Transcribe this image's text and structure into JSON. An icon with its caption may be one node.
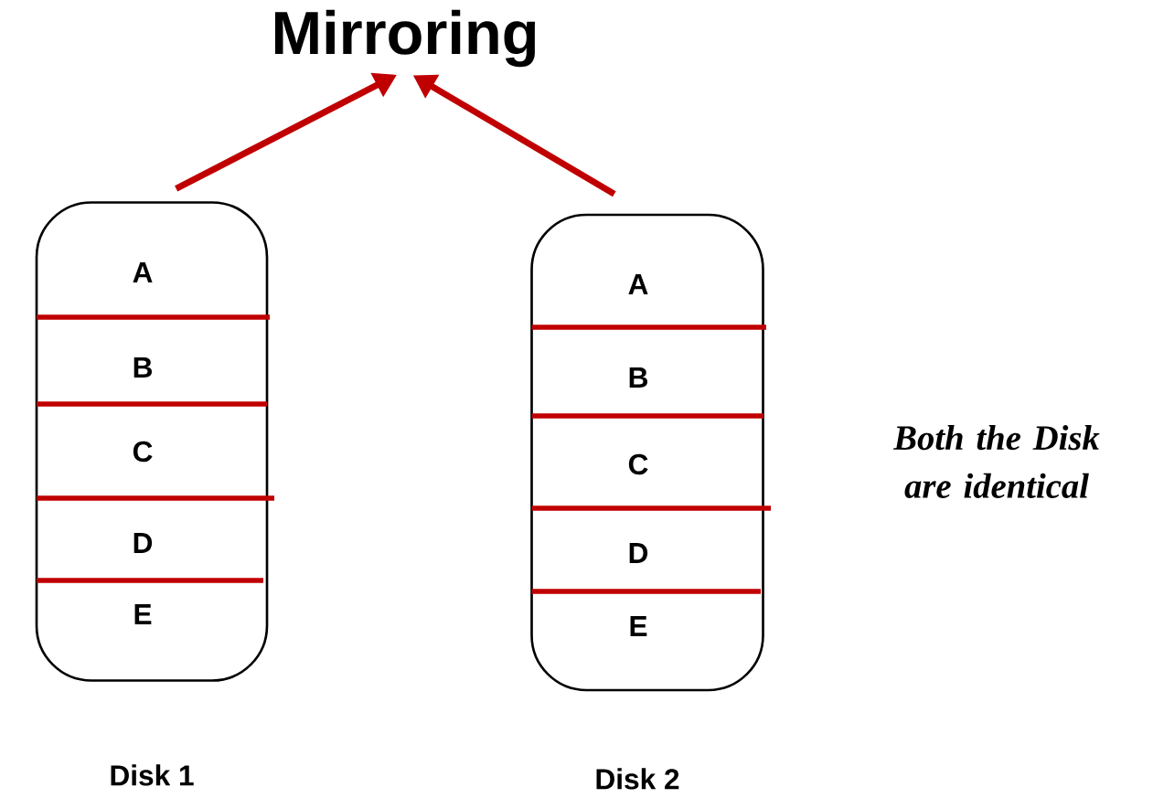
{
  "diagram": {
    "nodes": [
      {
        "text": [
          "Mirroring"
        ]
      },
      {
        "text": [],
        "shape": "box",
        "beside": [
          "Disk 1"
        ]
      },
      {
        "text": [
          "A"
        ],
        "in": 1
      },
      {
        "text": [
          "B"
        ],
        "in": 1
      },
      {
        "text": [
          "C"
        ],
        "in": 1
      },
      {
        "text": [
          "D"
        ],
        "in": 1
      },
      {
        "text": [
          "E"
        ],
        "in": 1
      },
      {
        "text": [],
        "shape": "box",
        "beside": [
          "Disk 2"
        ]
      },
      {
        "text": [
          "A"
        ],
        "in": 7
      },
      {
        "text": [
          "B"
        ],
        "in": 7
      },
      {
        "text": [
          "C"
        ],
        "in": 7
      },
      {
        "text": [
          "D"
        ],
        "in": 7
      },
      {
        "text": [
          "E"
        ],
        "in": 7
      }
    ],
    "edges": [
      {
        "from": 1,
        "to": 0,
        "arrow": "to"
      },
      {
        "from": 7,
        "to": 0,
        "arrow": "to"
      }
    ],
    "labels": [
      "Both the Disk are identical"
    ]
  }
}
